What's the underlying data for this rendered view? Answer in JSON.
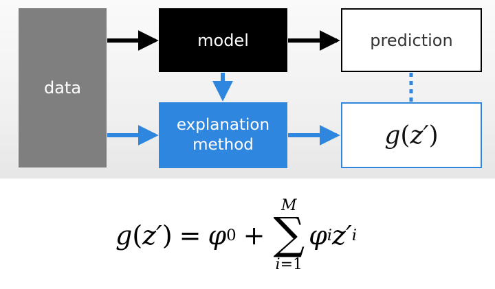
{
  "diagram": {
    "nodes": {
      "data": "data",
      "model": "model",
      "prediction": "prediction",
      "explanation_line1": "explanation",
      "explanation_line2": "method",
      "g_fn": "g",
      "g_open": "(",
      "g_arg": "z′",
      "g_close": ")"
    },
    "edges": [
      {
        "from": "data",
        "to": "model",
        "style": "solid",
        "color": "black"
      },
      {
        "from": "model",
        "to": "prediction",
        "style": "solid",
        "color": "black"
      },
      {
        "from": "model",
        "to": "explanation method",
        "style": "solid",
        "color": "blue"
      },
      {
        "from": "data",
        "to": "explanation method",
        "style": "solid",
        "color": "blue"
      },
      {
        "from": "explanation method",
        "to": "g(z′)",
        "style": "solid",
        "color": "blue"
      },
      {
        "from": "prediction",
        "to": "g(z′)",
        "style": "dotted",
        "color": "blue"
      }
    ],
    "colors": {
      "data_fill": "#7f7f7f",
      "model_fill": "#000000",
      "accent_blue": "#2e86de",
      "arrow_black": "#000000"
    }
  },
  "formula": {
    "lhs_fn": "g",
    "lhs_open": "(",
    "lhs_arg": "z′",
    "lhs_close": ")",
    "equals": "=",
    "phi": "φ",
    "phi_sub": "0",
    "plus": "+",
    "sum_upper": "M",
    "sum_sign": "∑",
    "sum_lower_var": "i",
    "sum_lower_eq": "=1",
    "term_phi": "φ",
    "term_phi_sub": "i",
    "term_z": "z′",
    "term_z_sub": "i"
  }
}
